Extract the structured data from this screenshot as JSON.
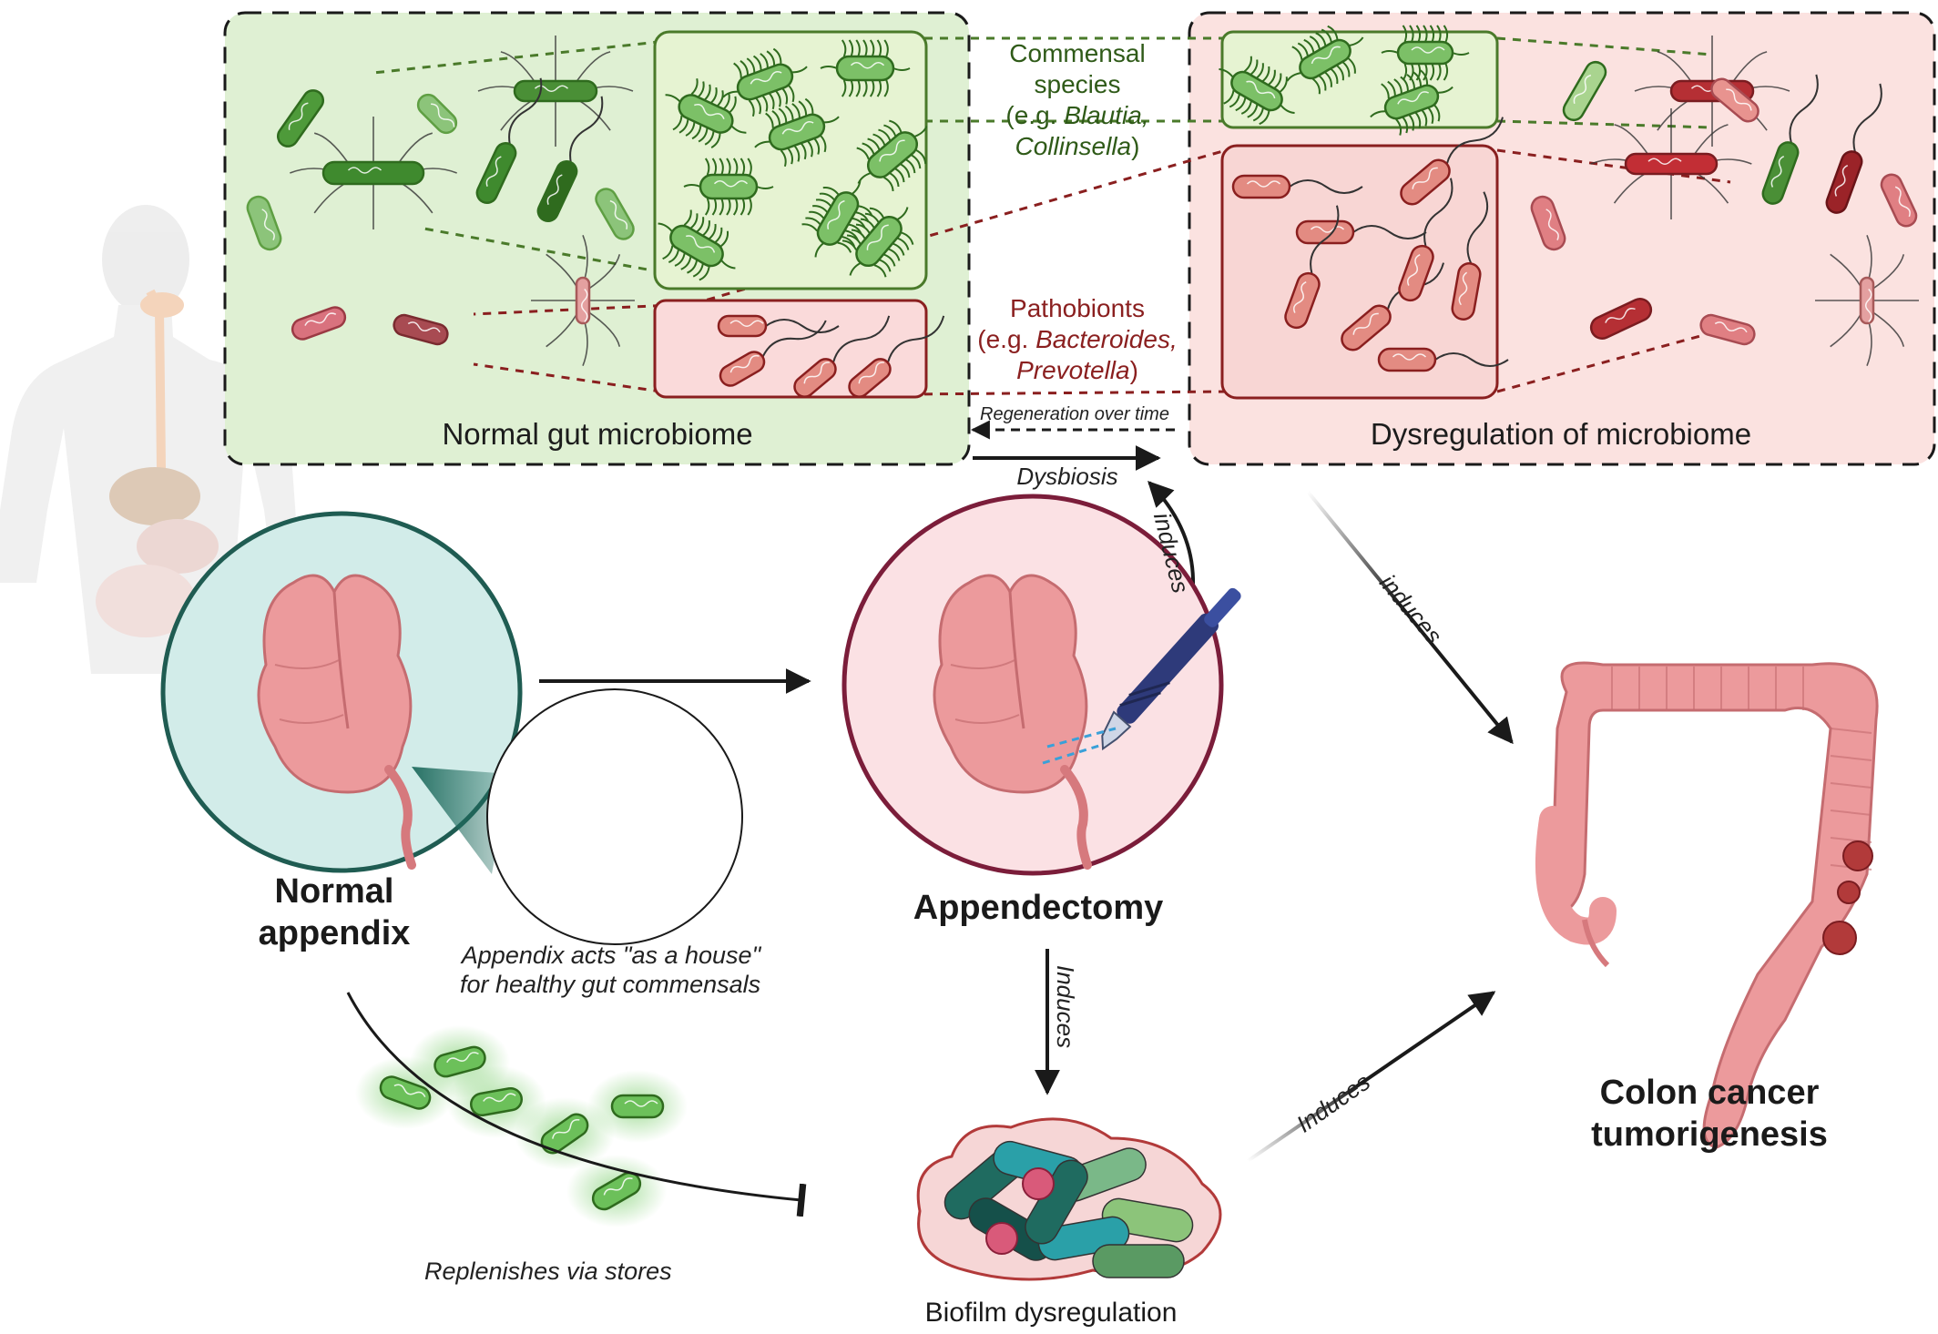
{
  "figure": {
    "panels": {
      "normal": "Normal gut microbiome",
      "dysregulated": "Dysregulation of microbiome"
    },
    "commensal": {
      "line1": "Commensal",
      "line2": "species",
      "line3_prefix": "(e.g. ",
      "genus1": "Blautia,",
      "genus2": "Collinsella",
      "line4_suffix": ")"
    },
    "pathobionts": {
      "line1": "Pathobionts",
      "line2_prefix": "(e.g. ",
      "genus1": "Bacteroides,",
      "genus2": "Prevotella",
      "line3_suffix": ")"
    },
    "arrows": {
      "regeneration": "Regeneration over time",
      "dysbiosis": "Dysbiosis",
      "induces_lower": "induces",
      "induces_capital": "Induces"
    },
    "nodes": {
      "normal_appendix_line1": "Normal",
      "normal_appendix_line2": "appendix",
      "appendectomy": "Appendectomy",
      "colon_line1": "Colon cancer",
      "colon_line2": "tumorigenesis",
      "biofilm": "Biofilm dysregulation"
    },
    "notes": {
      "house_line1": "Appendix acts \"as a house\"",
      "house_line2": "for healthy gut commensals",
      "replenish": "Replenishes via stores"
    }
  },
  "colors": {
    "green_panel": "#dff0d3",
    "red_panel": "#fbe2e0",
    "commensal_green": "#3f8a2e",
    "pathobiont_red": "#b0403a",
    "appendix_pink": "#ec9a9c",
    "teal_circle": "#d2ece9"
  },
  "icons": [
    "human-silhouette-icon",
    "appendix-icon",
    "scalpel-icon",
    "colon-icon",
    "bacteria-icon",
    "biofilm-icon"
  ]
}
